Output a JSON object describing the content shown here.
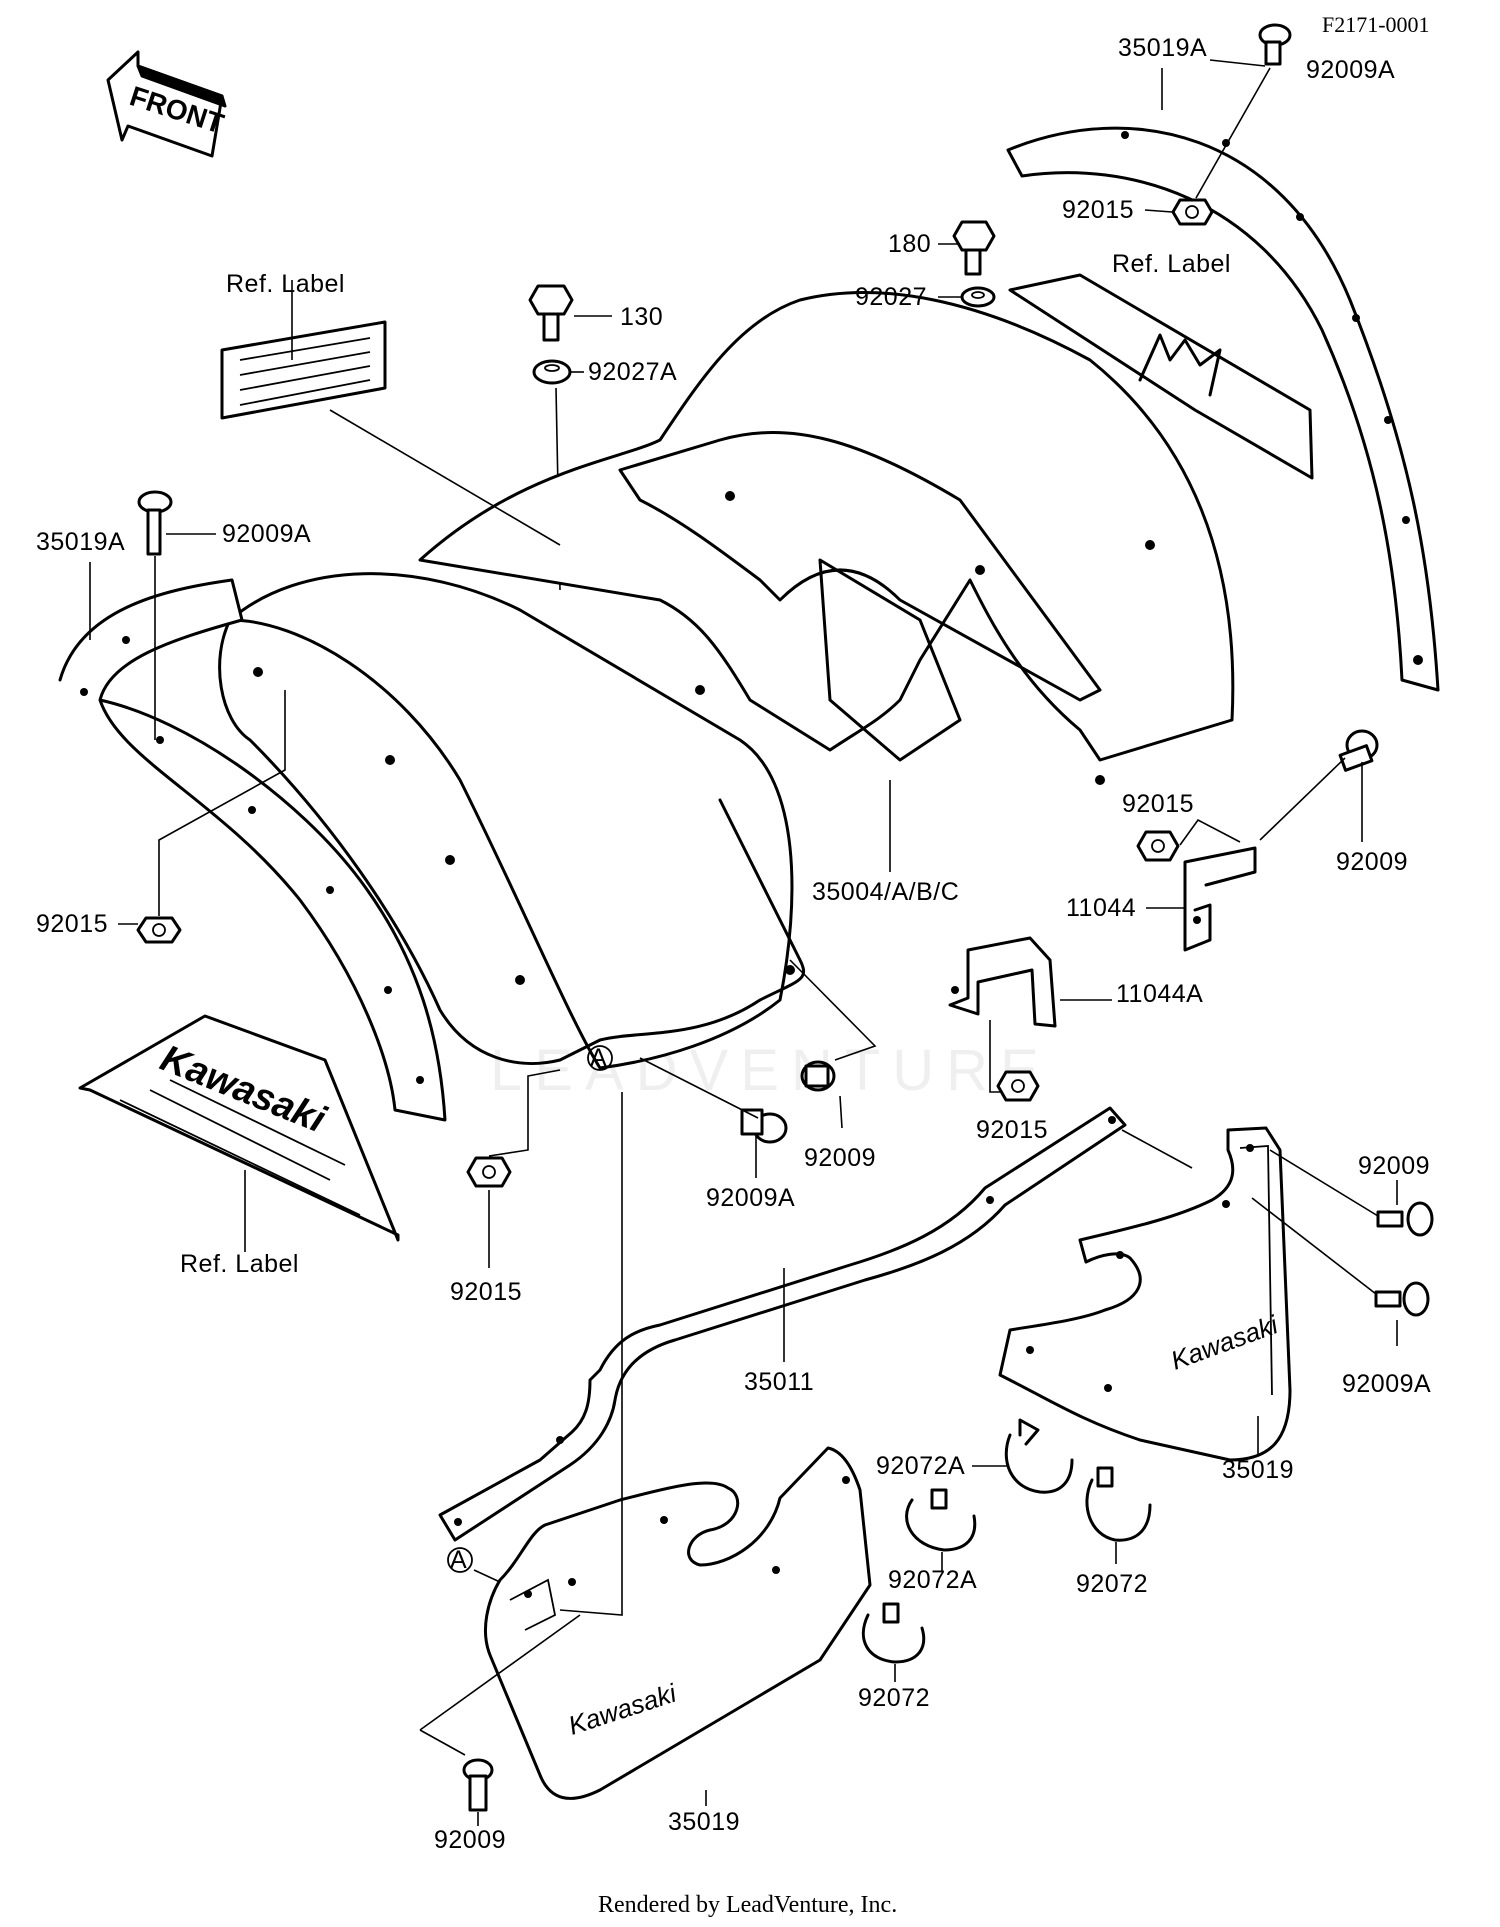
{
  "diagram_code": "F2171-0001",
  "footer": "Rendered by LeadVenture, Inc.",
  "watermark": "LEADVENTURE",
  "front_arrow_label": "FRONT",
  "decal_brand": "Kawasaki",
  "ref_marker": "A",
  "labels": {
    "p35019a_top": "35019A",
    "p92009a_top": "92009A",
    "p92015_top": "92015",
    "p180": "180",
    "p92027": "92027",
    "p130": "130",
    "p92027a": "92027A",
    "ref_label_top_left": "Ref. Label",
    "ref_label_top_right": "Ref. Label",
    "p35019a_left": "35019A",
    "p92009a_left": "92009A",
    "p92015_left": "92015",
    "p35004": "35004/A/B/C",
    "p92015_right": "92015",
    "p92009_right": "92009",
    "p11044": "11044",
    "p11044a": "11044A",
    "p92015_mid": "92015",
    "p92009_center": "92009",
    "p92009a_center": "92009A",
    "p92015_lower": "92015",
    "ref_label_bottom": "Ref. Label",
    "p92009_lower_right": "92009",
    "p92009a_lower_right": "92009A",
    "p35011": "35011",
    "p35019_right": "35019",
    "p92072a_1": "92072A",
    "p92072a_2": "92072A",
    "p92072_1": "92072",
    "p92072_2": "92072",
    "p35019_bottom": "35019",
    "p92009_bottom": "92009"
  }
}
